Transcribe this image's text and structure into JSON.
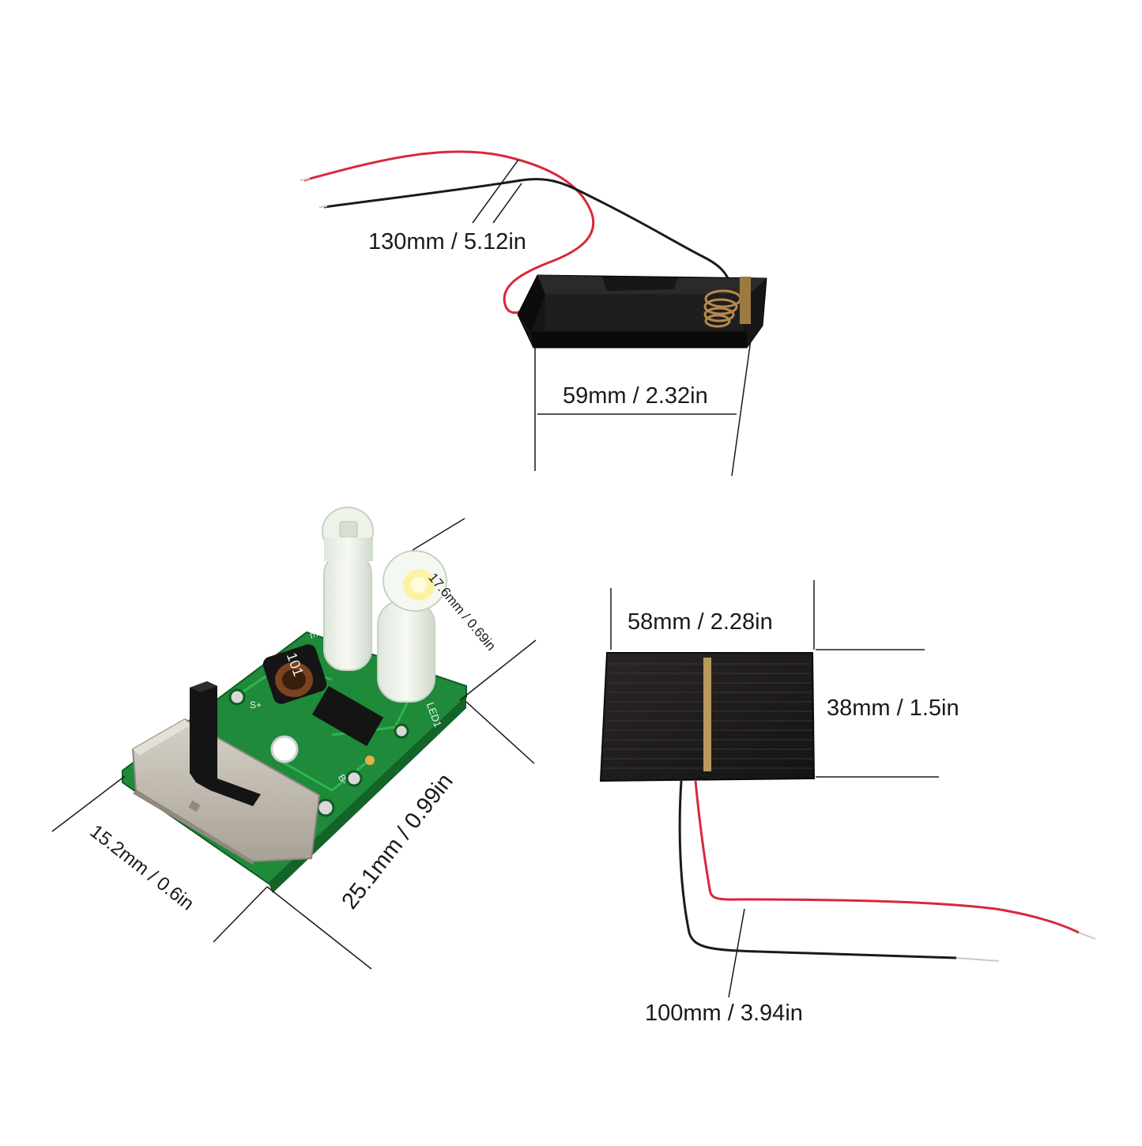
{
  "battery_holder": {
    "wire_length_label": "130mm / 5.12in",
    "width_label": "59mm / 2.32in"
  },
  "led_module": {
    "depth_label": "17.6mm / 0.69in",
    "length_label": "25.1mm / 0.99in",
    "width_label": "15.2mm / 0.6in",
    "pcb_marks": [
      "101",
      "LED1",
      "S+",
      "B-",
      "LE"
    ]
  },
  "solar_panel": {
    "width_label": "58mm / 2.28in",
    "height_label": "38mm / 1.5in",
    "wire_length_label": "100mm / 3.94in"
  },
  "colors": {
    "wire_red": "#d8283a",
    "wire_black": "#1a1a1a",
    "pcb_green": "#1f8a3a",
    "switch_metal": "#b9b3a8",
    "panel_dark": "#1f1c1c"
  }
}
